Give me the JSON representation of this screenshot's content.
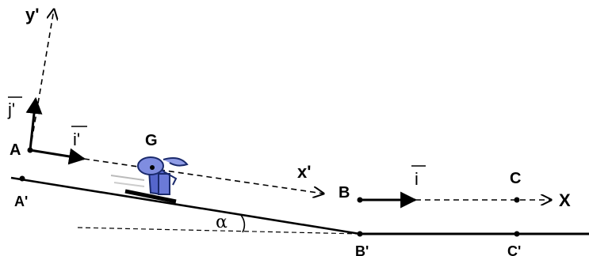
{
  "diagram": {
    "axes": {
      "y_prime": "y'",
      "x_prime": "x'",
      "x": "X"
    },
    "unit_vectors": {
      "j_prime": "j'",
      "i_prime": "i'",
      "i": "i"
    },
    "points": {
      "A": "A",
      "A_prime": "A'",
      "G": "G",
      "B": "B",
      "B_prime": "B'",
      "C": "C",
      "C_prime": "C'"
    },
    "angle": "α",
    "colors": {
      "line": "#000000",
      "skier_body": "#5566cc",
      "skier_outline": "#1a2a6c"
    }
  }
}
